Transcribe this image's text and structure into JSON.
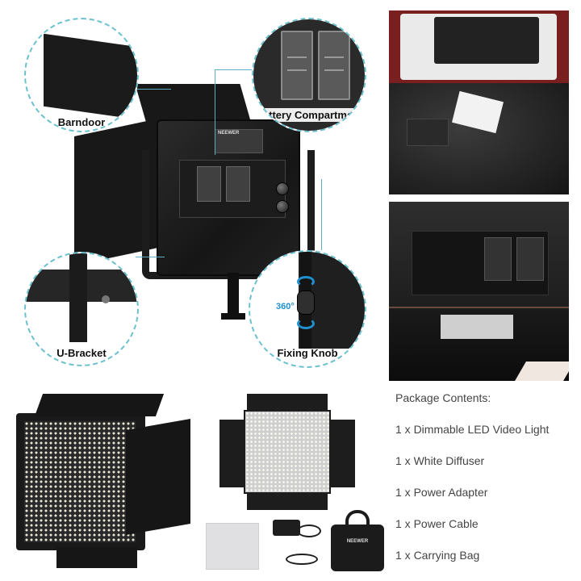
{
  "callouts": {
    "barndoor": "Barndoor",
    "battery_compartment": "Battery Compartment",
    "u_bracket": "U-Bracket",
    "fixing_knob": "Fixing Knob",
    "rotation": "360°"
  },
  "brand_text": "NEEWER",
  "package_contents": {
    "title": "Package Contents:",
    "items": [
      "1 x Dimmable LED Video Light",
      "1 x White Diffuser",
      "1 x Power Adapter",
      "1 x Power Cable",
      "1 x Carrying Bag"
    ]
  },
  "colors": {
    "callout_ring": "#6cc1cf",
    "rotation_arrow": "#1f8fcf",
    "text": "#444444"
  }
}
